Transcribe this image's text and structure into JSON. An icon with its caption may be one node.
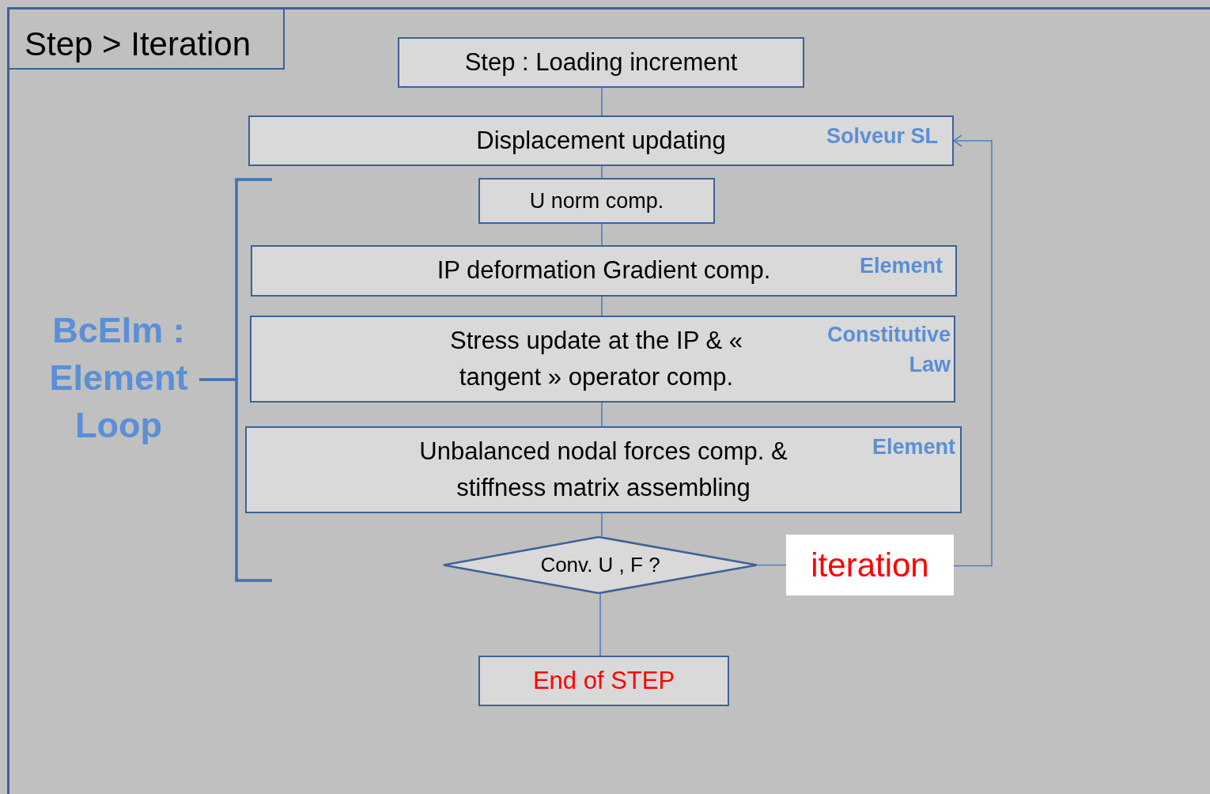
{
  "diagram": {
    "title": "Step > Iteration",
    "nodes": [
      {
        "text": [
          "Step : Loading increment"
        ]
      },
      {
        "text": [
          "Displacement updating",
          "Solveur SL"
        ]
      },
      {
        "text": [
          "U norm comp."
        ]
      },
      {
        "text": [
          "IP deformation Gradient comp.",
          "Element"
        ]
      },
      {
        "text": [
          "Stress update at the IP & « tangent » operator comp.",
          "Constitutive Law"
        ]
      },
      {
        "text": [
          "Unbalanced nodal forces comp. & stiffness matrix assembling",
          "Element"
        ]
      },
      {
        "text": [
          "Conv. U , F ?"
        ]
      },
      {
        "text": [
          "iteration"
        ]
      },
      {
        "text": [
          "End of STEP"
        ]
      }
    ],
    "edges": [
      {
        "from": 0,
        "to": 1,
        "arrow": "none"
      },
      {
        "from": 1,
        "to": 2,
        "arrow": "none"
      },
      {
        "from": 2,
        "to": 3,
        "arrow": "none"
      },
      {
        "from": 3,
        "to": 4,
        "arrow": "none"
      },
      {
        "from": 4,
        "to": 5,
        "arrow": "none"
      },
      {
        "from": 5,
        "to": 6,
        "arrow": "none"
      },
      {
        "from": 6,
        "to": 7,
        "arrow": "none"
      },
      {
        "from": 7,
        "to": 1,
        "arrow": "to"
      },
      {
        "from": 6,
        "to": 8,
        "arrow": "none"
      }
    ],
    "labels": [
      "BcElm : Element Loop"
    ]
  }
}
